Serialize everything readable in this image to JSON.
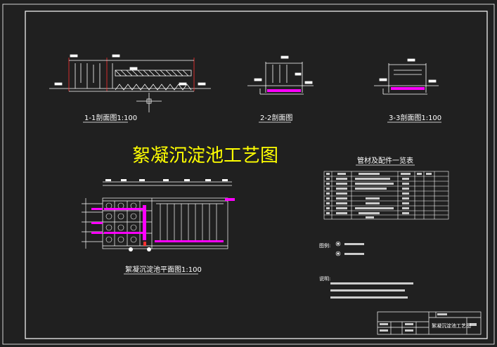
{
  "drawing": {
    "title": "絮凝沉淀池工艺图",
    "section_labels": {
      "s1": "1-1剖面图1:100",
      "s2": "2-2剖面图",
      "s3": "3-3剖面图1:100",
      "plan": "絮凝沉淀池平面图1:100"
    },
    "table": {
      "title": "管材及配件一览表",
      "rows": 9
    },
    "legend": {
      "label": "图例:",
      "items": [
        "",
        ""
      ]
    },
    "notes": {
      "label": "说明:",
      "lines": [
        "",
        "",
        ""
      ]
    },
    "title_block": {
      "name": "絮凝沉淀池工艺图"
    }
  },
  "colors": {
    "background": "#202020",
    "frame": "#ffffff",
    "title": "#ffff00",
    "pipe": "#ff00ff",
    "accent": "#ff3030"
  }
}
